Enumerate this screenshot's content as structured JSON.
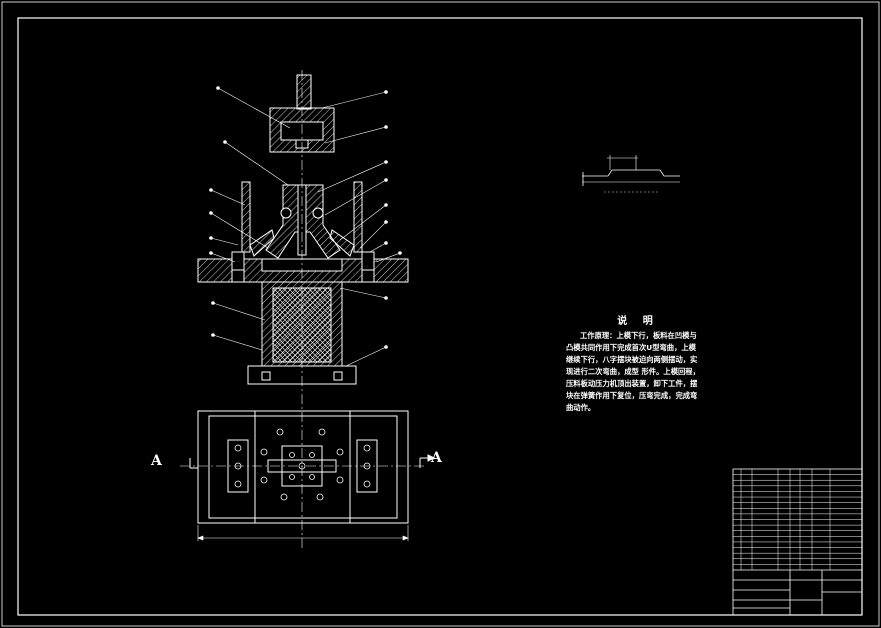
{
  "notes": {
    "title": "说 明",
    "body": "工作原理：上模下行，板料在凹模与凸模共同作用下完成首次U型弯曲，上模继续下行，八字摆块被迫向两侧摆动，实现进行二次弯曲，成型 形件。上模回程，压料板动压力机顶出装置，卸下工件，摆块在弹簧作用下复位，压弯完成，完成弯曲动作。"
  },
  "section": {
    "left_label": "A",
    "right_label": "A"
  },
  "colors": {
    "background": "#000000",
    "line": "#ffffff"
  }
}
